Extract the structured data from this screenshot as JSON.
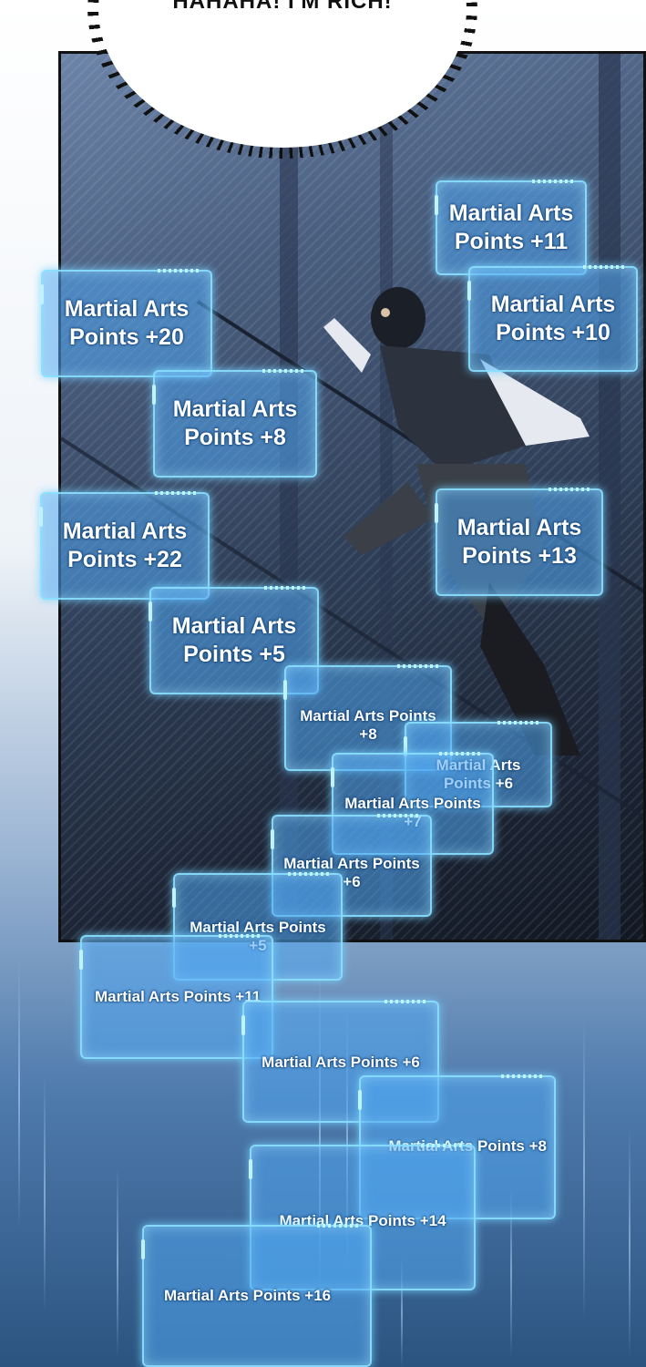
{
  "bubble": {
    "text": "HAHAHA! I'M RICH!"
  },
  "windows": [
    {
      "text": "Martial Arts Points +11"
    },
    {
      "text": "Martial Arts Points +20"
    },
    {
      "text": "Martial Arts Points +10"
    },
    {
      "text": "Martial Arts Points +8"
    },
    {
      "text": "Martial Arts Points +22"
    },
    {
      "text": "Martial Arts Points +13"
    },
    {
      "text": "Martial Arts Points +5"
    },
    {
      "text": "Martial Arts Points +8"
    },
    {
      "text": "Martial Arts Points +6"
    },
    {
      "text": "Martial Arts Points +7"
    },
    {
      "text": "Martial Arts Points +6"
    },
    {
      "text": "Martial Arts Points +5"
    },
    {
      "text": "Martial Arts Points +11"
    },
    {
      "text": "Martial Arts Points +6"
    },
    {
      "text": "Martial Arts Points +8"
    },
    {
      "text": "Martial Arts Points +14"
    },
    {
      "text": "Martial Arts Points +16"
    }
  ],
  "colors": {
    "window_fill": "#50a5f0",
    "window_glow": "#8ce1ff",
    "panel_border": "#111111"
  }
}
